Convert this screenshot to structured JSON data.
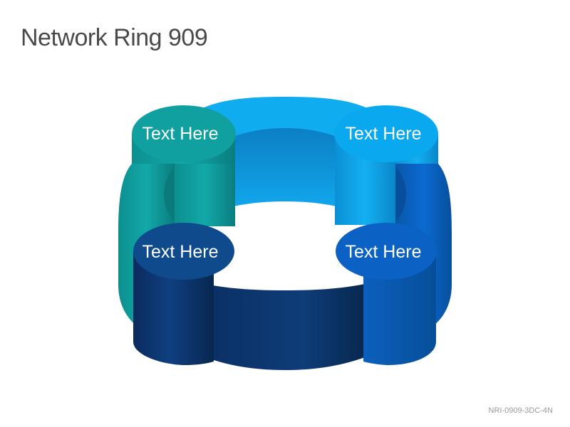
{
  "title": "Network Ring 909",
  "code": "NRI-0909-3DC-4N",
  "nodes": [
    {
      "label": "Text Here",
      "color": "#0F9E9E"
    },
    {
      "label": "Text Here",
      "color": "#0AA6EE"
    },
    {
      "label": "Text Here",
      "color": "#0D4789"
    },
    {
      "label": "Text Here",
      "color": "#0B62C4"
    }
  ]
}
